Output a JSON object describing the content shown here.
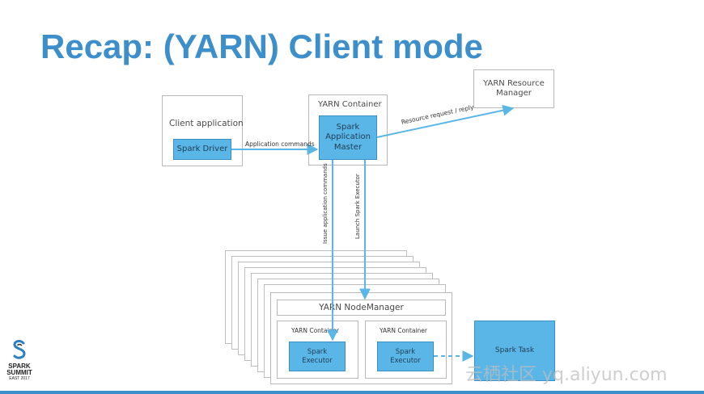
{
  "slide": {
    "title": "Recap: (YARN) Client mode"
  },
  "diagram": {
    "client_application": "Client application",
    "spark_driver": "Spark Driver",
    "yarn_container_top": "YARN Container",
    "app_master_line1": "Spark",
    "app_master_line2": "Application",
    "app_master_line3": "Master",
    "resource_manager_line1": "YARN Resource",
    "resource_manager_line2": "Manager",
    "application_commands": "Application commands",
    "resource_request": "Resource request / reply",
    "issue_commands": "Issue application commands",
    "launch_executor": "Launch Spark Executor",
    "node_manager": "YARN NodeManager",
    "container_left": "YARN Container",
    "container_right": "YARN Container",
    "executor_left_line1": "Spark",
    "executor_left_line2": "Executor",
    "executor_right_line1": "Spark",
    "executor_right_line2": "Executor",
    "spark_task": "Spark Task"
  },
  "logo": {
    "line1": "SPARK",
    "line2": "SUMMIT",
    "line3": "EAST 2017"
  },
  "watermark": "云栖社区 yq.aliyun.com",
  "colors": {
    "title": "#3d8fcc",
    "component_fill": "#5bb6e8",
    "arrow": "#5bb6e8"
  }
}
